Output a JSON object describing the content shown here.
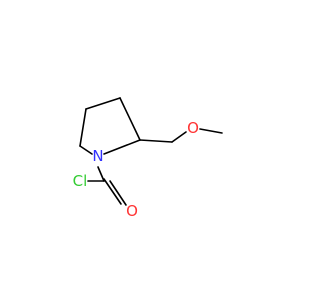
{
  "molecule": {
    "atoms": {
      "nitrogen": {
        "label": "N",
        "color": "#3333ff"
      },
      "oxygen_ether": {
        "label": "O",
        "color": "#ff3333"
      },
      "oxygen_carbonyl": {
        "label": "O",
        "color": "#ff3333"
      },
      "chlorine": {
        "label": "Cl",
        "color": "#33cc33"
      }
    },
    "bond_color": "#000000",
    "background": "#ffffff"
  }
}
